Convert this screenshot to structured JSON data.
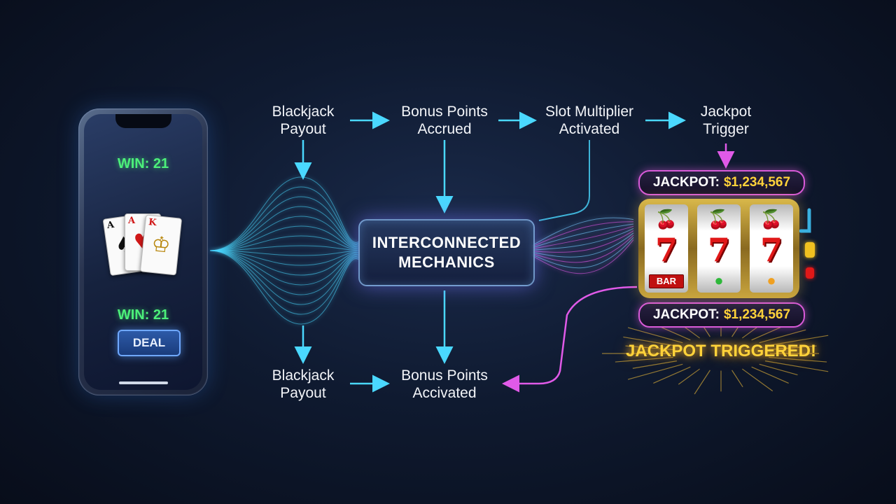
{
  "phone": {
    "win_top": "WIN: 21",
    "win_bottom": "WIN: 21",
    "deal_label": "DEAL",
    "cards": [
      {
        "rank": "A",
        "suit": "♠",
        "color": "#111111"
      },
      {
        "rank": "A",
        "suit": "♥",
        "color": "#d01818"
      },
      {
        "rank": "K",
        "suit": "♔",
        "color": "#b8860b"
      }
    ]
  },
  "flow": {
    "top": [
      {
        "line1": "Blackjack",
        "line2": "Payout"
      },
      {
        "line1": "Bonus Points",
        "line2": "Accrued"
      },
      {
        "line1": "Slot Multiplier",
        "line2": "Activated"
      },
      {
        "line1": "Jackpot",
        "line2": "Trigger"
      }
    ],
    "bottom": [
      {
        "line1": "Blackjack",
        "line2": "Payout"
      },
      {
        "line1": "Bonus Points",
        "line2": "Accivated"
      }
    ],
    "center_line1": "INTERCONNECTED",
    "center_line2": "MECHANICS"
  },
  "jackpot": {
    "label": "JACKPOT:",
    "amount": "$1,234,567",
    "triggered": "JACKPOT TRIGGERED!"
  },
  "slot": {
    "center_symbol": "7",
    "top_symbol": "🍒",
    "bar_label": "BAR",
    "lime_symbol": "●",
    "lemon_symbol": "●"
  },
  "colors": {
    "accent_cyan": "#4ad8ff",
    "accent_magenta": "#e05ae8",
    "win_green": "#4cf07a",
    "jackpot_gold": "#ffd23a"
  }
}
